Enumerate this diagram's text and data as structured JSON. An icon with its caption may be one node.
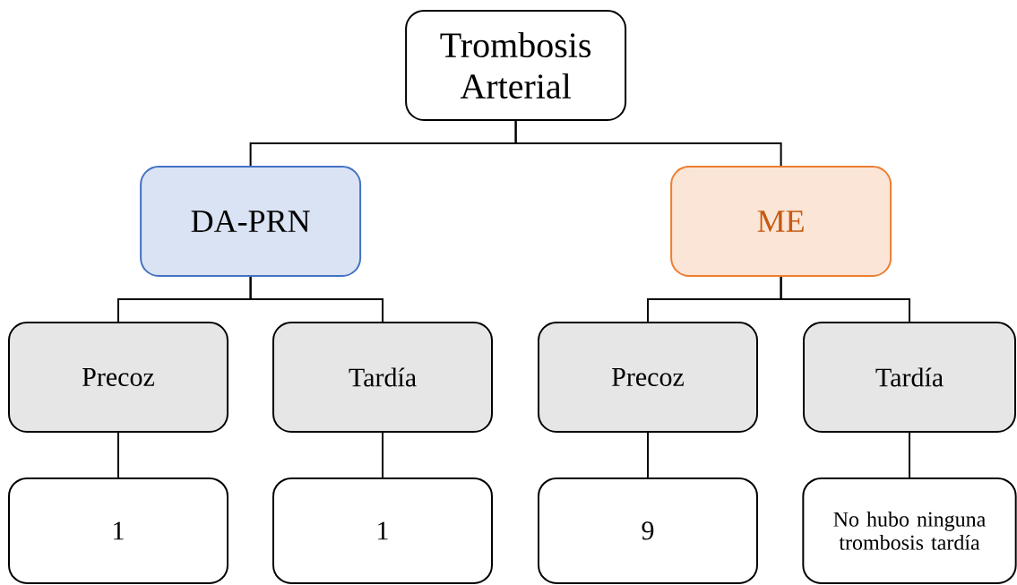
{
  "diagram": {
    "nodes": [
      {
        "text": [
          "Trombosis Arterial"
        ]
      },
      {
        "text": [
          "DA-PRN"
        ]
      },
      {
        "text": [
          "ME"
        ]
      },
      {
        "text": [
          "Precoz"
        ]
      },
      {
        "text": [
          "Tardía"
        ]
      },
      {
        "text": [
          "Precoz"
        ]
      },
      {
        "text": [
          "Tardía"
        ]
      },
      {
        "text": [
          "1"
        ]
      },
      {
        "text": [
          "1"
        ]
      },
      {
        "text": [
          "9"
        ]
      },
      {
        "text": [
          "No hubo ninguna trombosis tardía"
        ]
      }
    ],
    "edges": [
      {
        "from": 0,
        "to": 1,
        "arrow": "none"
      },
      {
        "from": 0,
        "to": 2,
        "arrow": "none"
      },
      {
        "from": 1,
        "to": 3,
        "arrow": "none"
      },
      {
        "from": 1,
        "to": 4,
        "arrow": "none"
      },
      {
        "from": 2,
        "to": 5,
        "arrow": "none"
      },
      {
        "from": 2,
        "to": 6,
        "arrow": "none"
      },
      {
        "from": 3,
        "to": 7,
        "arrow": "none"
      },
      {
        "from": 4,
        "to": 8,
        "arrow": "none"
      },
      {
        "from": 5,
        "to": 9,
        "arrow": "none"
      },
      {
        "from": 6,
        "to": 10,
        "arrow": "none"
      }
    ]
  }
}
